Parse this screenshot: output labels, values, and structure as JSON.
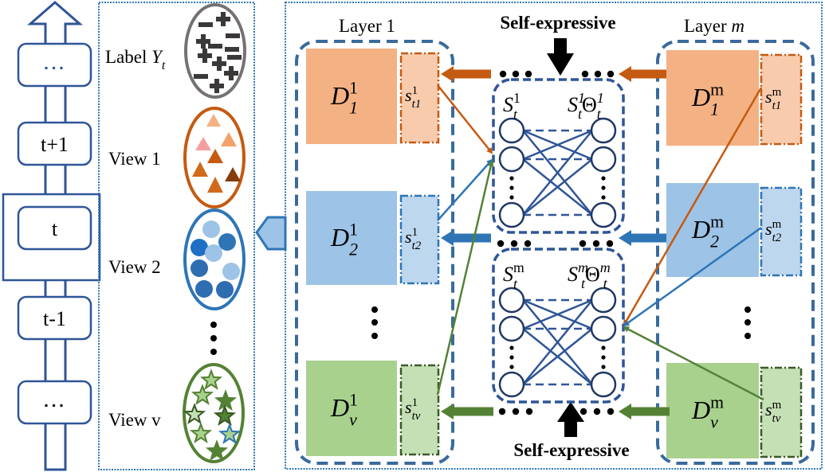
{
  "timeline": {
    "steps": [
      "...",
      "t+1",
      "t",
      "t-1",
      "..."
    ],
    "current_index": 2
  },
  "views_panel": {
    "label_text": "Label ",
    "label_symbol": "Y",
    "label_sub": "t",
    "views": [
      "View 1",
      "View 2",
      "View v"
    ]
  },
  "layers": {
    "left_title": "Layer 1",
    "right_title_prefix": "Layer ",
    "right_title_var": "m",
    "left": {
      "dicts": [
        {
          "base": "D",
          "sub": "1",
          "sup": "1"
        },
        {
          "base": "D",
          "sub": "2",
          "sup": "1"
        },
        {
          "base": "D",
          "sub": "v",
          "sup": "1"
        }
      ],
      "codes": [
        {
          "base": "s",
          "sub": "t1",
          "sup": "1"
        },
        {
          "base": "s",
          "sub": "t2",
          "sup": "1"
        },
        {
          "base": "s",
          "sub": "tv",
          "sup": "1"
        }
      ]
    },
    "right": {
      "dicts": [
        {
          "base": "D",
          "sub": "1",
          "sup": "m"
        },
        {
          "base": "D",
          "sub": "2",
          "sup": "m"
        },
        {
          "base": "D",
          "sub": "v",
          "sup": "m"
        }
      ],
      "codes": [
        {
          "base": "s",
          "sub": "t1",
          "sup": "m"
        },
        {
          "base": "s",
          "sub": "t2",
          "sup": "m"
        },
        {
          "base": "s",
          "sub": "tv",
          "sup": "m"
        }
      ]
    }
  },
  "networks": {
    "top": {
      "left_label": {
        "base": "S",
        "sub": "t",
        "sup": "1"
      },
      "right_label": {
        "base": "S",
        "sub": "t",
        "sup": "1",
        "theta_sub": "t",
        "theta_sup": "1"
      }
    },
    "bottom": {
      "left_label": {
        "base": "S",
        "sub": "t",
        "sup": "m"
      },
      "right_label": {
        "base": "S",
        "sub": "t",
        "sup": "m",
        "theta_sub": "t",
        "theta_sup": "m"
      }
    },
    "top_caption": "Self-expressive",
    "bottom_caption": "Self-expressive",
    "theta_symbol": "Θ"
  },
  "colors": {
    "frame_blue": "#2f5597",
    "dashed_blue": "#3a6a9c",
    "orange_dark": "#c55a11",
    "orange_fill": "#f4b183",
    "orange_light": "#f8cbad",
    "blue_dark": "#2e75b6",
    "blue_fill": "#9dc3e6",
    "blue_light": "#bdd7ee",
    "green_dark": "#548235",
    "green_fill": "#a9d18e",
    "green_light": "#c5e0b4",
    "gray": "#767171"
  }
}
